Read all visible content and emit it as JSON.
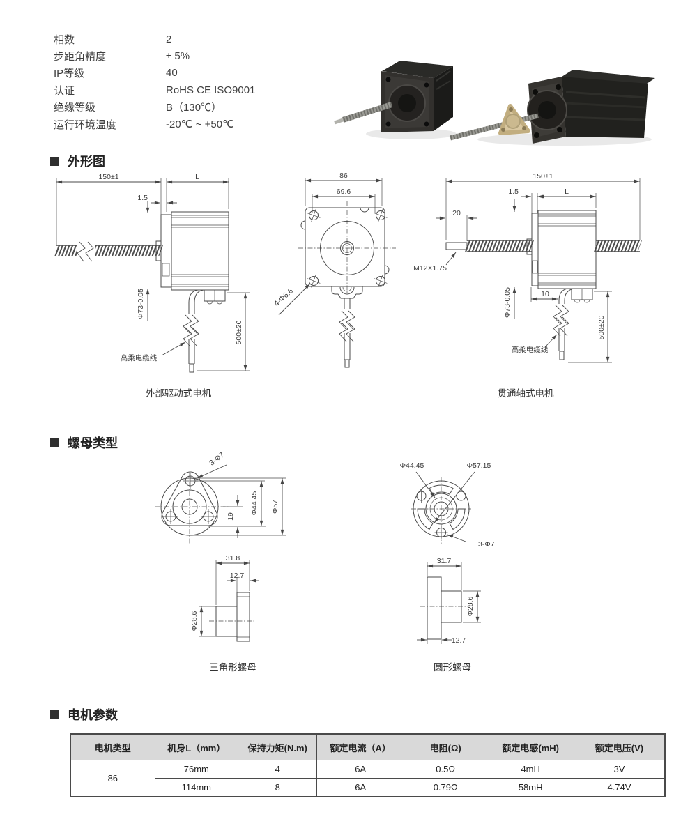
{
  "specs": {
    "rows": [
      {
        "label": "相数",
        "value": "2"
      },
      {
        "label": "步距角精度",
        "value": "± 5%"
      },
      {
        "label": "IP等级",
        "value": "40"
      },
      {
        "label": "认证",
        "value": "RoHS CE ISO9001"
      },
      {
        "label": "绝缘等级",
        "value": "B（130℃）"
      },
      {
        "label": "运行环境温度",
        "value": "-20℃ ~ +50℃"
      }
    ]
  },
  "sections": {
    "outline": "外形图",
    "nut": "螺母类型",
    "params": "电机参数"
  },
  "outline": {
    "external": {
      "dim_length": "150±1",
      "dim_L": "L",
      "dim_gap": "1.5",
      "dim_flange": "Φ73-0.05",
      "dim_cable": "500±20",
      "cable_label": "高柔电缆线",
      "caption": "外部驱动式电机"
    },
    "front": {
      "dim_width": "86",
      "dim_holes_span": "69.6",
      "holes_label": "4-Φ6.6"
    },
    "through": {
      "dim_length": "150±1",
      "dim_gap": "1.5",
      "dim_L": "L",
      "dim_shank": "20",
      "thread_label": "M12X1.75",
      "dim_flange": "Φ73-0.05",
      "dim_offset": "10",
      "dim_cable": "500±20",
      "cable_label": "高柔电缆线",
      "caption": "贯通轴式电机"
    }
  },
  "nuts": {
    "tri_front": {
      "holes_label": "3-Φ7",
      "dim_offset": "19",
      "dim_bolt_circle": "Φ44.45",
      "dim_outer": "Φ57"
    },
    "tri_side": {
      "dim_total": "31.8",
      "dim_flange": "12.7",
      "dim_body": "Φ28.6",
      "caption": "三角形螺母"
    },
    "round_front": {
      "dim_bolt_circle": "Φ44.45",
      "dim_outer": "Φ57.15",
      "holes_label": "3-Φ7"
    },
    "round_side": {
      "dim_total": "31.7",
      "dim_body": "Φ28.6",
      "dim_flange": "12.7",
      "caption": "圆形螺母"
    }
  },
  "table": {
    "headers": [
      "电机类型",
      "机身L（mm）",
      "保持力矩(N.m)",
      "额定电流（A）",
      "电阻(Ω)",
      "额定电感(mH)",
      "额定电压(V)"
    ],
    "motor_type": "86",
    "rows": [
      [
        "76mm",
        "4",
        "6A",
        "0.5Ω",
        "4mH",
        "3V"
      ],
      [
        "114mm",
        "8",
        "6A",
        "0.79Ω",
        "58mH",
        "4.74V"
      ]
    ]
  },
  "colors": {
    "line": "#4a4a4a",
    "text": "#3a3a3a",
    "table_header_bg": "#d9d9d9",
    "table_border": "#4a4a4a",
    "nut_body": "#d9c7a0",
    "motor_body": "#23231f"
  }
}
